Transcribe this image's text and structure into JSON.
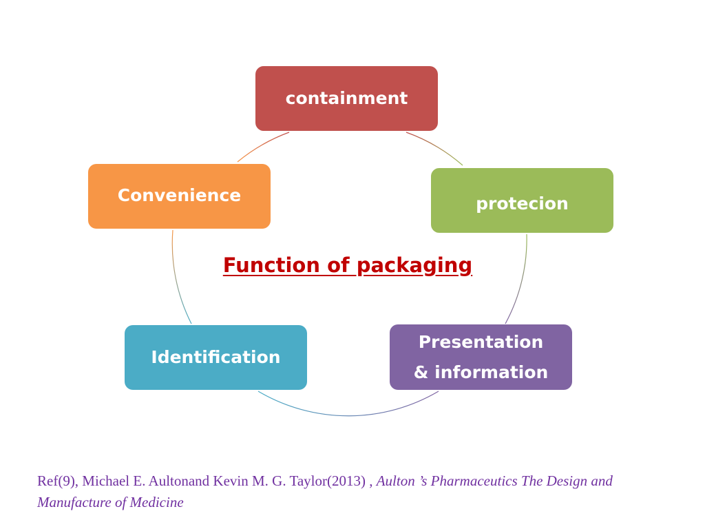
{
  "diagram": {
    "center_title": "Function of packaging",
    "center_color": "#c00000",
    "nodes": {
      "containment": {
        "label": "containment",
        "color": "#c0504d"
      },
      "protection": {
        "label": "protecion",
        "color": "#9bbb59"
      },
      "presentation": {
        "line1": "Presentation",
        "line2": "& information",
        "color": "#8064a2"
      },
      "identification": {
        "label": "Identification",
        "color": "#4bacc6"
      },
      "convenience": {
        "label": "Convenience",
        "color": "#f79646"
      }
    }
  },
  "reference": {
    "plain": "Ref(9), Michael E. Aultonand Kevin M. G. Taylor(2013) , ",
    "italic": "Aulton ’s Pharmaceutics The Design and Manufacture of Medicine",
    "color": "#7030a0"
  }
}
